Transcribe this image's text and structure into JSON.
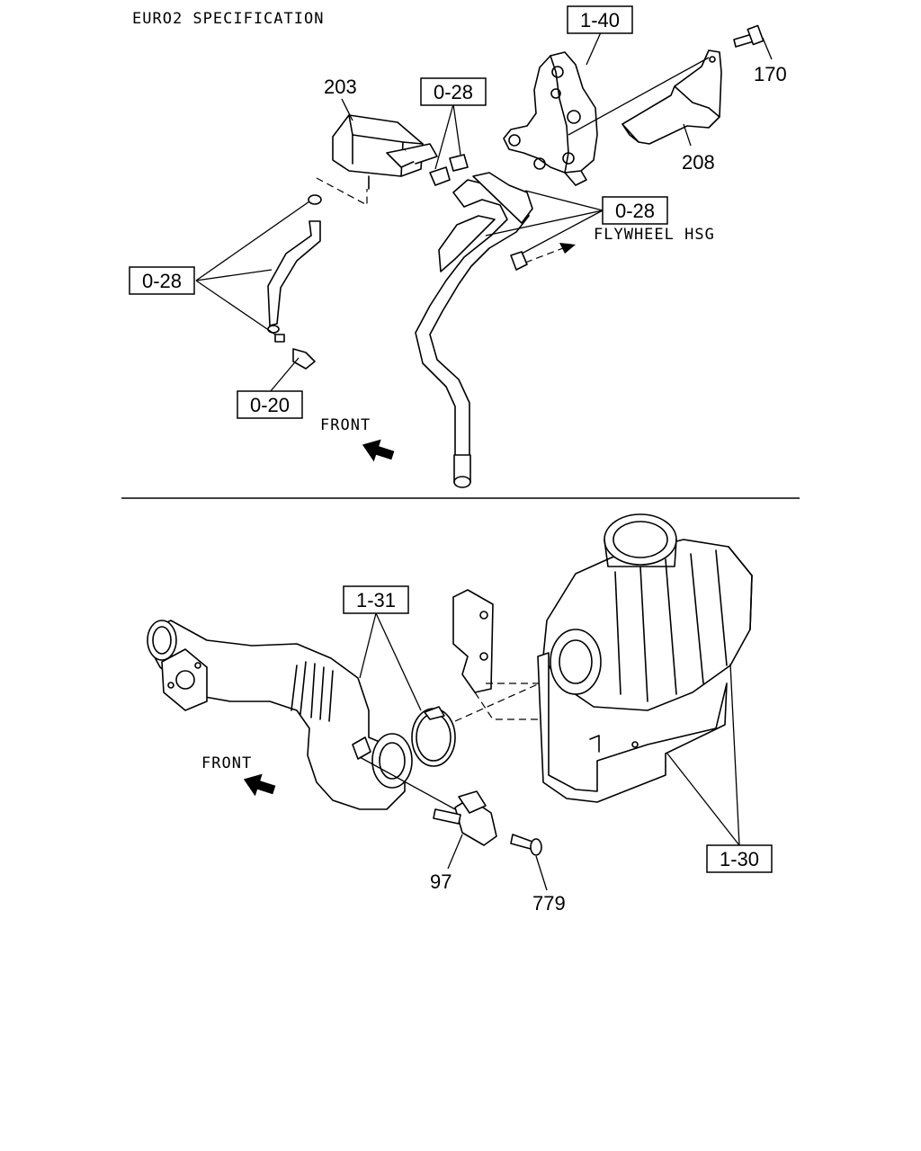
{
  "header": {
    "title": "EURO2 SPECIFICATION"
  },
  "upper_section": {
    "refs": {
      "r140": "1-40",
      "r028_top": "0-28",
      "r028_right": "0-28",
      "r028_left": "0-28",
      "r020": "0-20"
    },
    "parts": {
      "p203": "203",
      "p170": "170",
      "p208": "208"
    },
    "notes": {
      "flywheel": "FLYWHEEL HSG",
      "front": "FRONT"
    }
  },
  "lower_section": {
    "refs": {
      "r131": "1-31",
      "r130": "1-30"
    },
    "parts": {
      "p97": "97",
      "p779": "779"
    },
    "notes": {
      "front": "FRONT"
    }
  }
}
